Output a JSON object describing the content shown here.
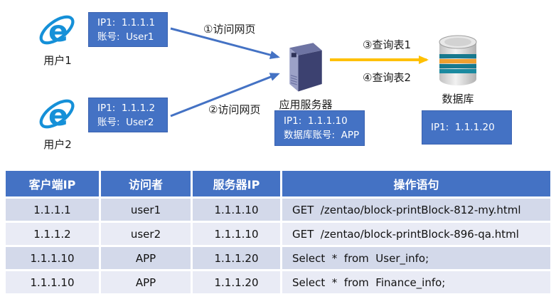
{
  "diagram": {
    "users": [
      {
        "label": "用户1",
        "info_line1": "IP1:  1.1.1.1",
        "info_line2": "账号:  User1"
      },
      {
        "label": "用户2",
        "info_line1": "IP1:  1.1.1.2",
        "info_line2": "账号:  User2"
      }
    ],
    "server": {
      "label": "应用服务器",
      "info_line1": "IP1:  1.1.1.10",
      "info_line2": "数据库账号:  APP"
    },
    "database": {
      "label": "数据库",
      "info_line1": "IP1:  1.1.1.20"
    },
    "arrow_labels": {
      "visit1": "①访问网页",
      "visit2": "②访问网页",
      "query1": "③查询表1",
      "query2": "④查询表2"
    }
  },
  "table": {
    "headers": [
      "客户端IP",
      "访问者",
      "服务器IP",
      "操作语句"
    ],
    "rows": [
      [
        "1.1.1.1",
        "user1",
        "1.1.1.10",
        "GET  /zentao/block-printBlock-812-my.html"
      ],
      [
        "1.1.1.2",
        "user2",
        "1.1.1.10",
        "GET  /zentao/block-printBlock-896-qa.html"
      ],
      [
        "1.1.1.10",
        "APP",
        "1.1.1.20",
        "Select  *  from  User_info;"
      ],
      [
        "1.1.1.10",
        "APP",
        "1.1.1.20",
        "Select  *  from  Finance_info;"
      ]
    ]
  },
  "colors": {
    "accent_blue": "#4472C4",
    "arrow_blue": "#4472C4",
    "arrow_orange": "#FFC000",
    "table_header_bg": "#4472C4",
    "table_row_odd": "#D3D9EA",
    "table_row_even": "#E9EBF5",
    "ie_blue": "#1590D8",
    "server_navy": "#3C4170",
    "db_teal": "#17798E",
    "db_orange": "#F0A030"
  }
}
